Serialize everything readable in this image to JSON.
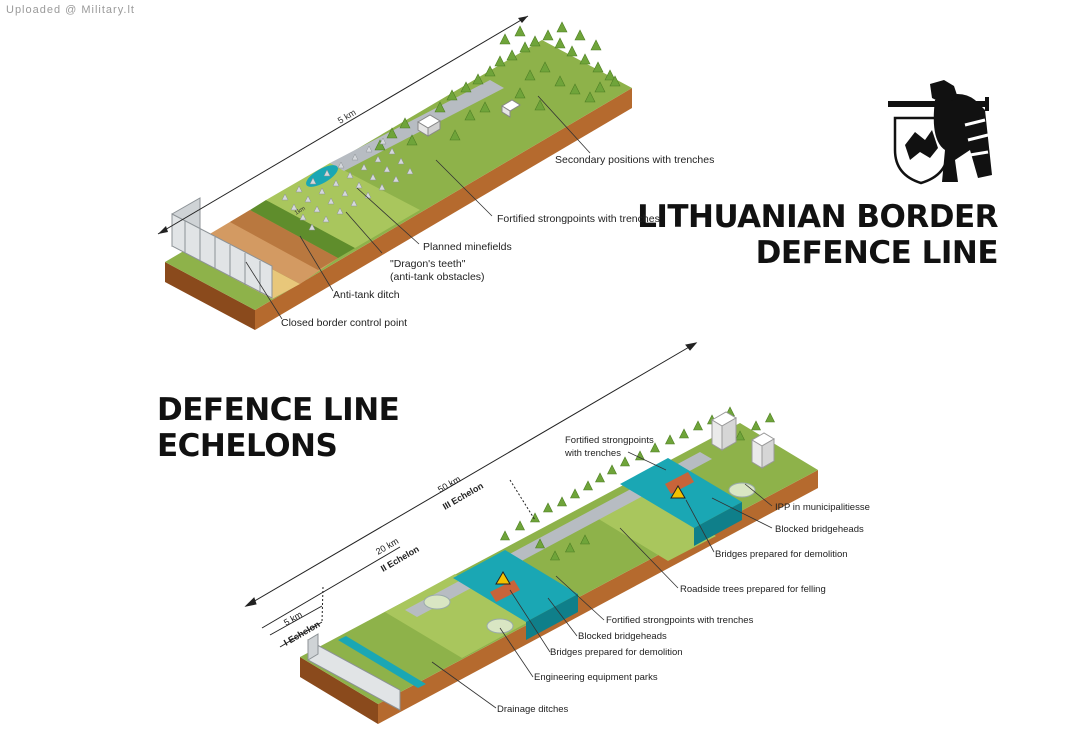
{
  "watermark": "Uploaded @ Military.lt",
  "title_main": [
    "LITHUANIAN BORDER",
    "DEFENCE LINE"
  ],
  "title_echelons": [
    "DEFENCE LINE",
    "ECHELONS"
  ],
  "top_diagram": {
    "distance_label": "5 km",
    "inner_label": "1km",
    "callouts": {
      "secondary_positions": "Secondary positions with trenches",
      "fortified_strongpoints": "Fortified strongpoints with trenches",
      "planned_minefields": "Planned minefields",
      "dragons_teeth": "\"Dragon's teeth\"",
      "dragons_teeth_sub": "(anti-tank obstacles)",
      "anti_tank_ditch": "Anti-tank ditch",
      "closed_border_point": "Closed border control point"
    }
  },
  "bottom_diagram": {
    "distances": {
      "km50": "50 km",
      "km20": "20 km",
      "km5": "5 km",
      "echelon3": "III Echelon",
      "echelon2": "II Echelon",
      "echelon1": "I Echelon"
    },
    "callouts": {
      "fortified_top_1": "Fortified strongpoints",
      "fortified_top_2": "with trenches",
      "ipp": "IPP in municipalitiesse",
      "blocked_bridgeheads_right": "Blocked bridgeheads",
      "bridges_demolition_right": "Bridges prepared for demolition",
      "roadside_trees": "Roadside trees prepared for felling",
      "fortified_mid": "Fortified strongpoints with trenches",
      "blocked_bridgeheads_mid": "Blocked bridgeheads",
      "bridges_demolition_mid": "Bridges prepared for demolition",
      "engineering_parks": "Engineering equipment parks",
      "drainage": "Drainage ditches"
    }
  },
  "colors": {
    "grass": "#8eb24a",
    "grass_light": "#a9c65d",
    "soil_side": "#b56a2e",
    "soil_dark": "#8a4a1c",
    "sand": "#e8c77a",
    "road": "#b7bcc2",
    "water": "#1aa7b4",
    "tree": "#6fa43a",
    "tree_dark": "#4f7f25"
  }
}
